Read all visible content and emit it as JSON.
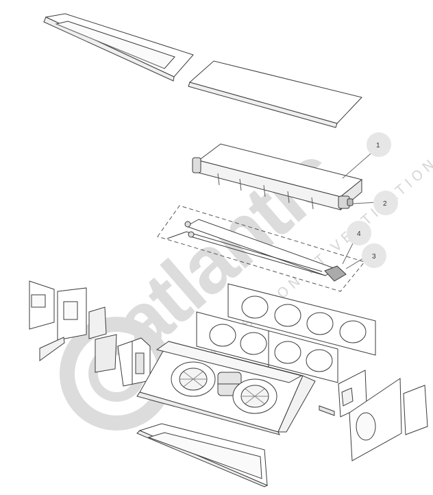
{
  "diagram": {
    "watermark": {
      "brand": "atlantic",
      "tagline": "CLIMATISATION ET VENTILATION"
    },
    "callouts": [
      {
        "id": "1",
        "label": "1"
      },
      {
        "id": "2",
        "label": "2"
      },
      {
        "id": "3",
        "label": "3"
      },
      {
        "id": "4",
        "label": "4"
      }
    ],
    "colors": {
      "line": "#3a3a3a",
      "part_fill": "#ffffff",
      "shade": "#e9e9e9",
      "watermark": "#d9d9d9",
      "callout_bubble": "#e6e6e6"
    }
  }
}
